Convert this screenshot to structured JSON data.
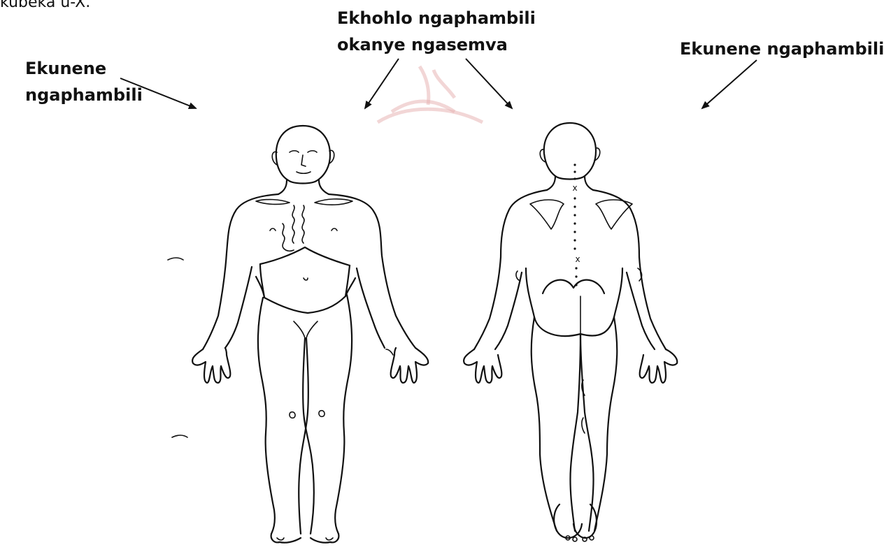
{
  "top_fragment": "kubeka u-X.",
  "labels": {
    "front_right_line1": "Ekunene",
    "front_right_line2": "ngaphambili",
    "center_line1": "Ekhohlo ngaphambili",
    "center_line2": "okanye ngasemva",
    "back_right": "Ekunene ngaphambili"
  },
  "figure": {
    "views": [
      "front",
      "back"
    ],
    "marks": [
      "x",
      "x"
    ]
  }
}
